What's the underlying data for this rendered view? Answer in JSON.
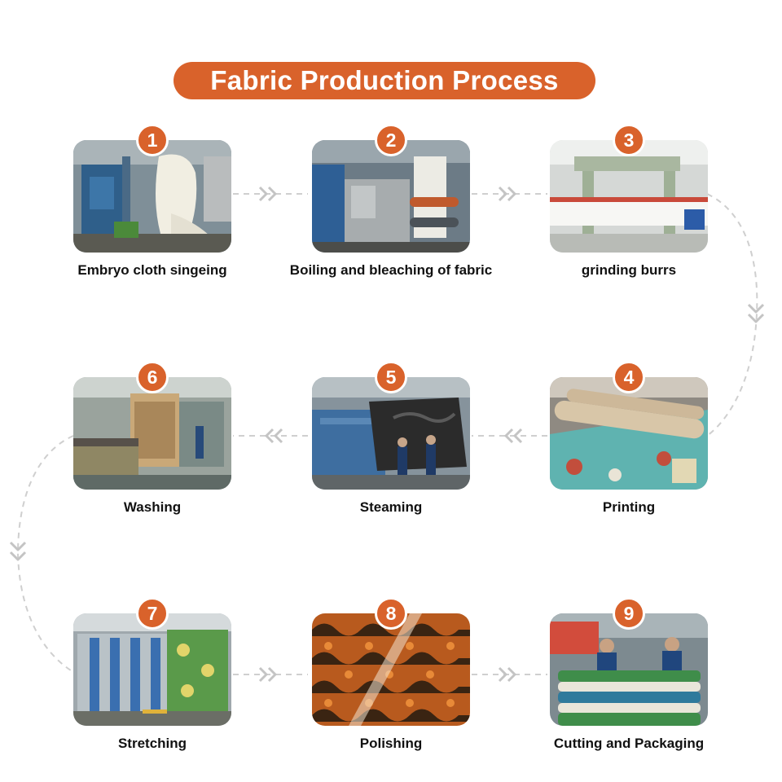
{
  "title": "Fabric Production Process",
  "colors": {
    "accent": "#d9622b",
    "connector": "#c9c9c9"
  },
  "steps": [
    {
      "number": "1",
      "label": "Embryo cloth singeing"
    },
    {
      "number": "2",
      "label": "Boiling and bleaching of fabric"
    },
    {
      "number": "3",
      "label": "grinding burrs"
    },
    {
      "number": "4",
      "label": "Printing"
    },
    {
      "number": "5",
      "label": "Steaming"
    },
    {
      "number": "6",
      "label": "Washing"
    },
    {
      "number": "7",
      "label": "Stretching"
    },
    {
      "number": "8",
      "label": "Polishing"
    },
    {
      "number": "9",
      "label": "Cutting and Packaging"
    }
  ]
}
